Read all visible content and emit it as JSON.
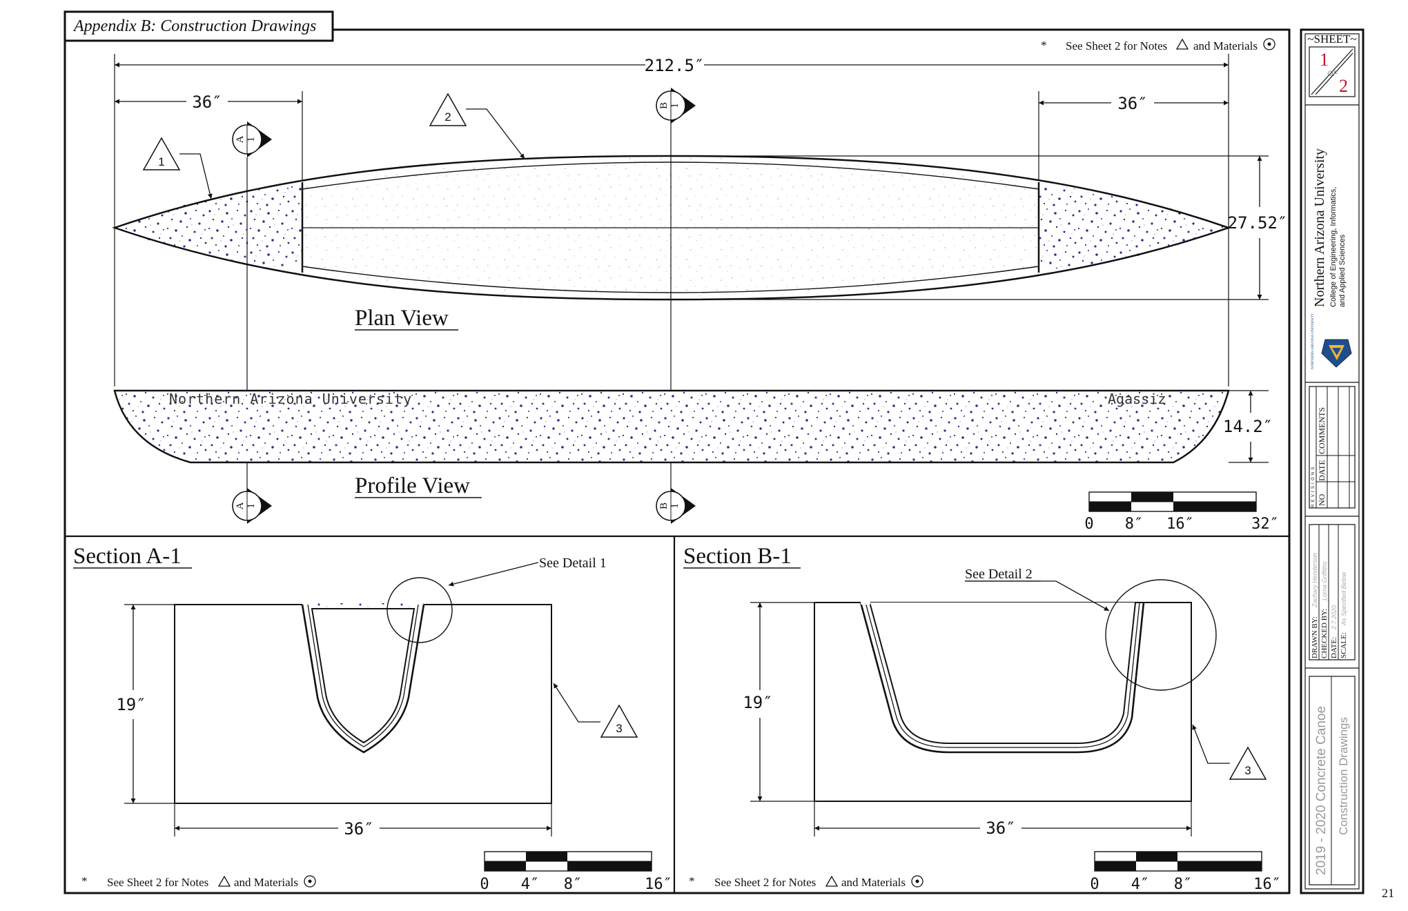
{
  "appendix_title": "Appendix B: Construction Drawings",
  "page_number": "21",
  "notes_prefix": "*",
  "notes_text": "See Sheet 2 for Notes",
  "notes_and": "and Materials",
  "plan": {
    "title": "Plan View",
    "overall_length": "212.5″",
    "end_length_left": "36″",
    "end_length_right": "36″",
    "beam": "27.52″",
    "callout_1": "1",
    "callout_2": "2"
  },
  "profile": {
    "title": "Profile View",
    "label_left": "Northern Arizona University",
    "label_right": "Agassiz",
    "depth": "14.2″"
  },
  "section_marks": {
    "a_letter": "A",
    "a_number": "1",
    "b_letter": "B",
    "b_number": "1"
  },
  "main_scale": {
    "ticks": [
      "0",
      "8″",
      "16″",
      "32″"
    ]
  },
  "section_a": {
    "title": "Section A-1",
    "detail_ref": "See Detail 1",
    "height": "19″",
    "width": "36″",
    "callout_3": "3",
    "scale_ticks": [
      "0",
      "4″",
      "8″",
      "16″"
    ]
  },
  "section_b": {
    "title": "Section B-1",
    "detail_ref": "See Detail 2",
    "height": "19″",
    "width": "36″",
    "callout_3": "3",
    "scale_ticks": [
      "0",
      "4″",
      "8″",
      "16″"
    ]
  },
  "title_block": {
    "sheet_label": "~SHEET~",
    "sheet_number": "1",
    "sheet_of": "OF",
    "sheet_total": "2",
    "university": "Northern Arizona University",
    "college_line_1": "College of Engineering, Informatics,",
    "college_line_2": "and Applied Sciences",
    "logo_text": "NORTHERN ARIZONA UNIVERSITY",
    "revisions_label": "REVISIONS",
    "rev_col_no": "NO",
    "rev_col_date": "DATE",
    "rev_col_comments": "COMMENTS",
    "drawn_by_label": "DRAWN BY:",
    "drawn_by_value": "Zachary Henderson",
    "checked_by_label": "CHECKED BY:",
    "checked_by_value": "Lorna Griffiths",
    "date_label": "DATE:",
    "date_value": "2.7.2020",
    "scale_label": "SCALE:",
    "scale_value": "As Specified Below",
    "project_name": "2019 - 2020 Concrete Canoe",
    "drawing_name": "Construction Drawings"
  },
  "colors": {
    "ink": "#111111",
    "stipple": "#2b2f8a",
    "sheet_red": "#c8102e",
    "logo_blue": "#1f4e8c",
    "logo_gold": "#f2b632"
  }
}
